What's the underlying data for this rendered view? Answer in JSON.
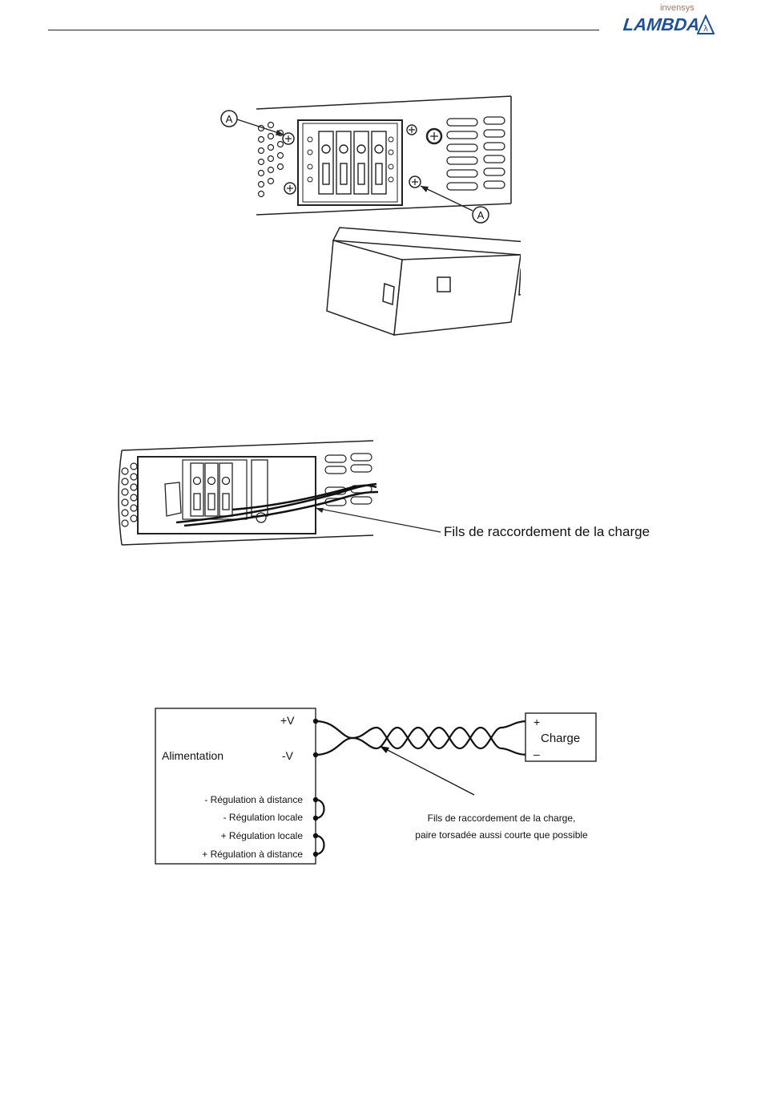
{
  "header": {
    "logo_parent": "invensys",
    "logo_brand": "LAMBDA",
    "logo_symbol": "λ"
  },
  "figure1": {
    "callout_a_top": "A",
    "callout_a_bottom": "A"
  },
  "figure2": {
    "load_wires_label": "Fils de raccordement de la charge"
  },
  "figure3": {
    "plus_v": "+V",
    "minus_v": "-V",
    "supply_label": "Alimentation",
    "load_plus": "+",
    "load_minus": "–",
    "load_label": "Charge",
    "sense_rows": [
      "- Régulation à distance",
      "- Régulation locale",
      "+ Régulation locale",
      "+ Régulation à distance"
    ],
    "twisted_pair_note_line1": "Fils de raccordement de la charge,",
    "twisted_pair_note_line2": "paire torsadée aussi courte que possible"
  }
}
